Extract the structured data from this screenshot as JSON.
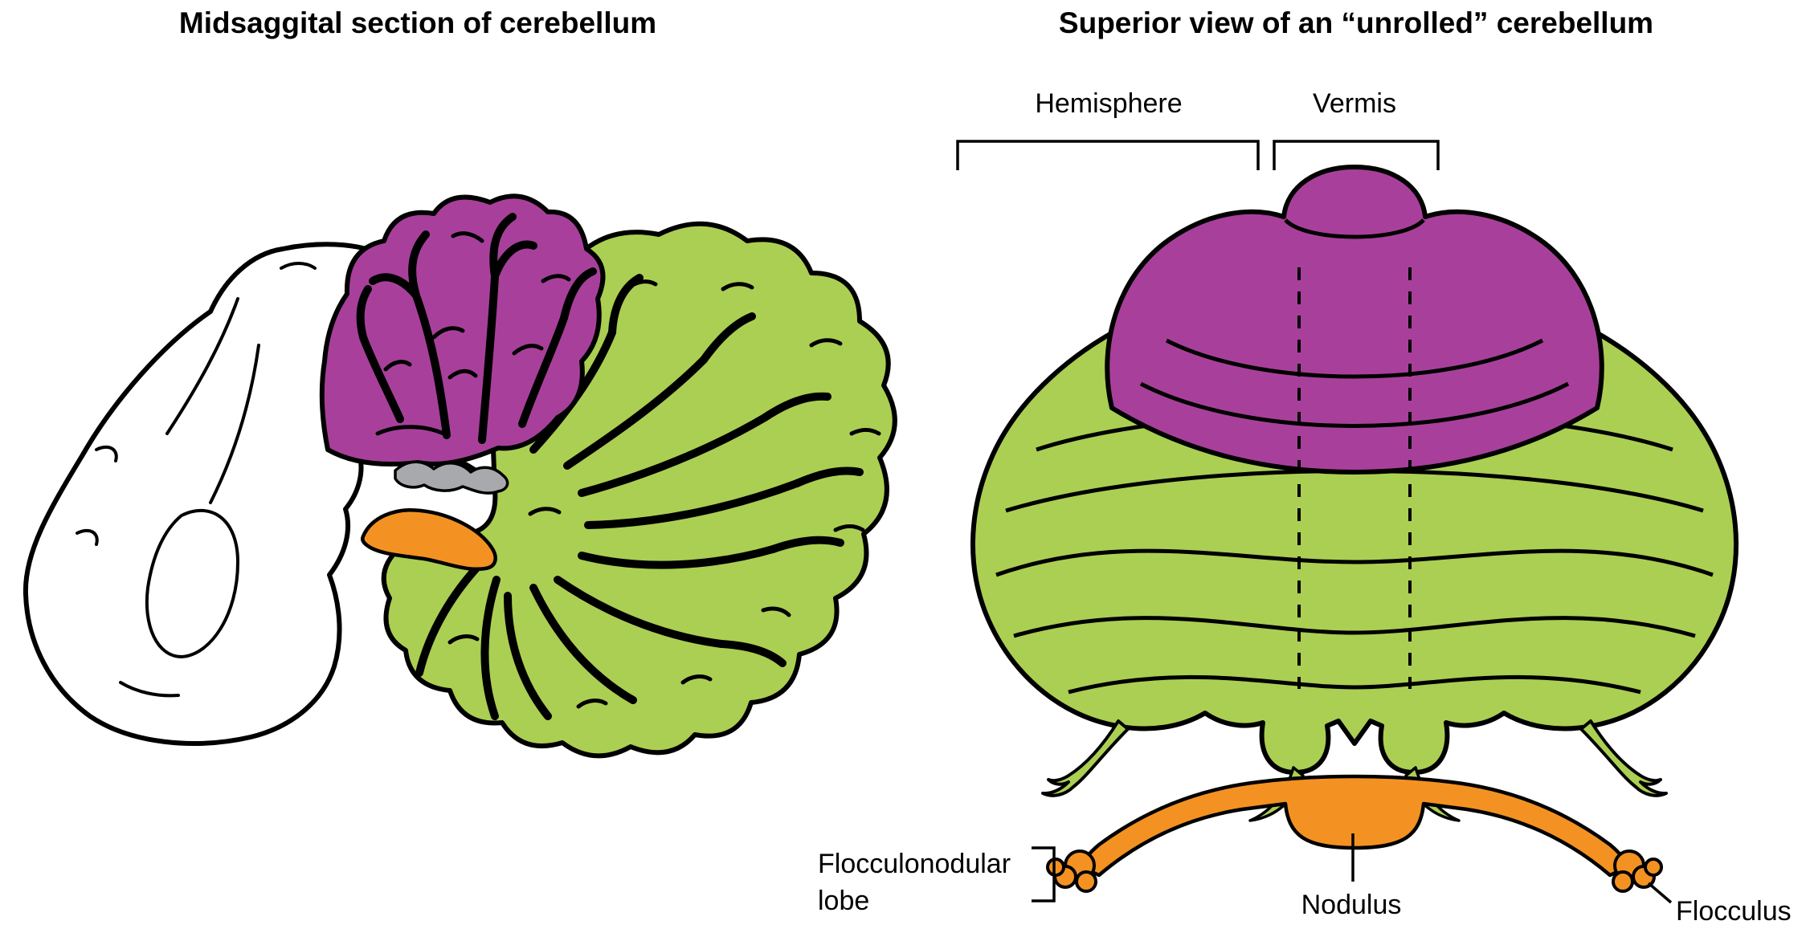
{
  "figure": {
    "left": {
      "title": "Midsaggital section of cerebellum"
    },
    "right": {
      "title": "Superior view of an “unrolled” cerebellum",
      "labels": {
        "hemisphere": "Hemisphere",
        "vermis": "Vermis",
        "flocculonodular_line1": "Flocculonodular",
        "flocculonodular_line2": "lobe",
        "nodulus": "Nodulus",
        "flocculus": "Flocculus"
      }
    }
  },
  "colors": {
    "anterior_lobe_purple": "#A8409B",
    "posterior_lobe_green": "#ABCF52",
    "flocculonodular_orange": "#F39222",
    "choroid_gray": "#A7A9AC",
    "outline_black": "#000000",
    "background_white": "#FFFFFF"
  }
}
